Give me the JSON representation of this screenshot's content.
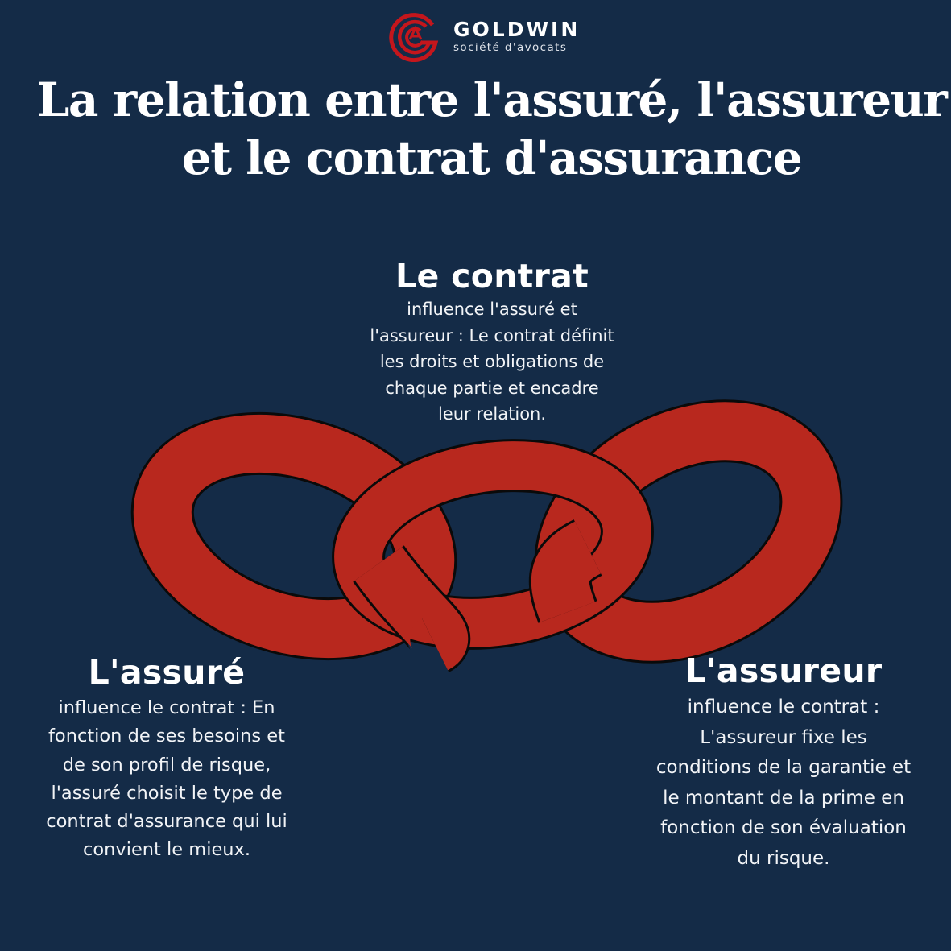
{
  "brand": {
    "name": "GOLDWIN",
    "tagline": "société d'avocats",
    "logo_icon": "goldwin-g-monogram-icon",
    "colors": {
      "background": "#142b47",
      "chain_red": "#b8281e",
      "outline": "#0a0a0a",
      "logo_red": "#c4161c",
      "text": "#ffffff"
    }
  },
  "title": {
    "line1": "La relation entre l'assuré, l'assureur",
    "line2": "et le contrat d'assurance"
  },
  "diagram": {
    "icon": "chain-links-icon",
    "nodes": [
      {
        "id": "contrat",
        "heading": "Le contrat",
        "lines": [
          "influence l'assuré et",
          "l'assureur : Le contrat définit",
          "les droits et obligations de",
          "chaque partie et encadre",
          "leur relation."
        ]
      },
      {
        "id": "assure",
        "heading": "L'assuré",
        "lines": [
          "influence le contrat : En",
          "fonction de ses besoins et",
          "de son profil de risque,",
          "l'assuré choisit le type de",
          "contrat d'assurance qui lui",
          "convient le mieux."
        ]
      },
      {
        "id": "assureur",
        "heading": "L'assureur",
        "lines": [
          "influence le contrat :",
          "L'assureur fixe les",
          "conditions de la garantie et",
          "le montant de la prime en",
          "fonction de son évaluation",
          "du risque."
        ]
      }
    ]
  }
}
